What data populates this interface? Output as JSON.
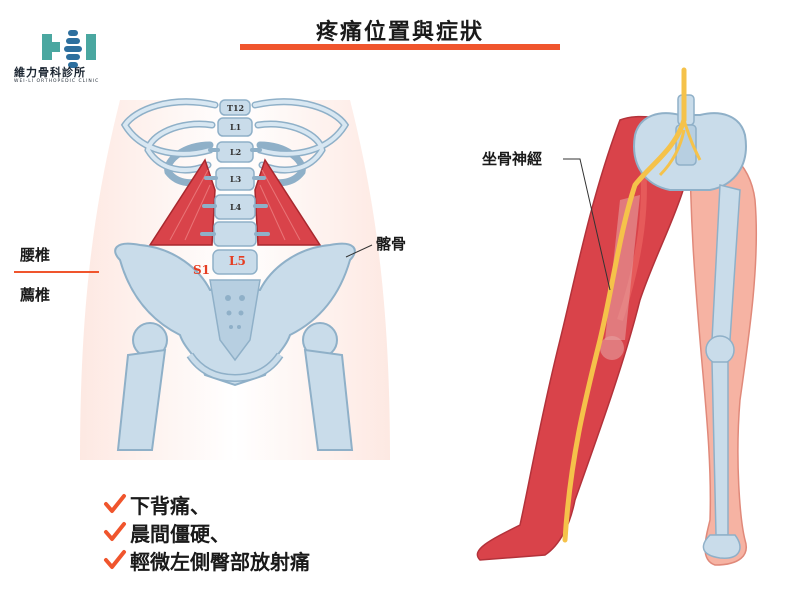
{
  "brand": {
    "name": "維力骨科診所",
    "subtitle": "WEI-LI ORTHOPEDIC CLINIC"
  },
  "header": {
    "title": "疼痛位置與症狀",
    "accent_color": "#f0552d"
  },
  "spine_labels": {
    "vertebrae": [
      "T12",
      "L1",
      "L2",
      "L3",
      "L4"
    ],
    "l5": "L5",
    "s1": "S1"
  },
  "callouts": {
    "lumbar": "腰椎",
    "sacral": "薦椎",
    "ilium": "髂骨",
    "sciatic": "坐骨神經"
  },
  "symptoms": [
    "下背痛、",
    "晨間僵硬、",
    "輕微左側臀部放射痛"
  ],
  "colors": {
    "bone": "#c9dcea",
    "bone_outline": "#8fb0c8",
    "muscle": "#d9434a",
    "skin": "#f6b3a3",
    "nerve": "#f5c24a",
    "check": "#f0552d"
  }
}
